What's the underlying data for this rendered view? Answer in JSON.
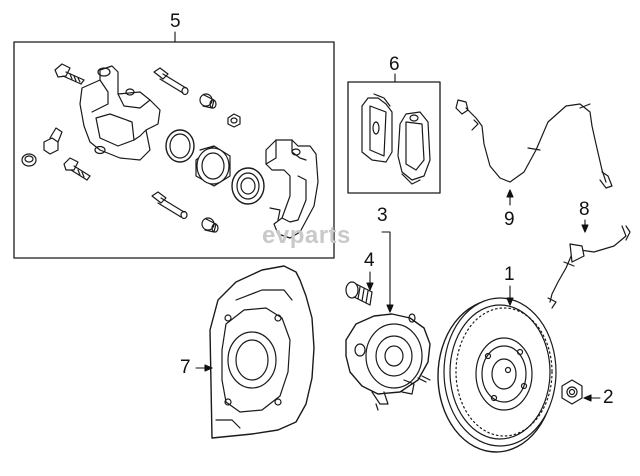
{
  "diagram": {
    "callouts": {
      "c1": "1",
      "c2": "2",
      "c3": "3",
      "c4": "4",
      "c5": "5",
      "c6": "6",
      "c7": "7",
      "c8": "8",
      "c9": "9"
    },
    "watermark": "evparts"
  }
}
